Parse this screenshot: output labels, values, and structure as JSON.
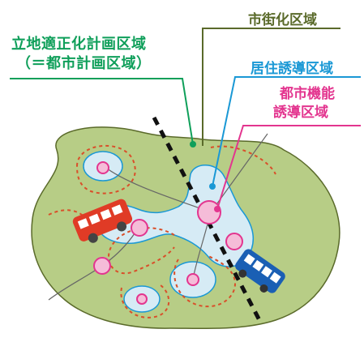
{
  "labels": {
    "rikkatekiseika": "立地適正化計画区域",
    "rikkatekiseika_sub": "（＝都市計画区域）",
    "shigaika": "市街化区域",
    "kyoju": "居住誘導区域",
    "toshikino_1": "都市機能",
    "toshikino_2": "誘導区域"
  },
  "colors": {
    "planning_area": "#b7cd86",
    "urbanization_line": "#5a6a2a",
    "residential_area": "#d6ebf5",
    "residential_line": "#1a98d5",
    "urban_function_dot": "#e3358f",
    "leader_green": "#0f9f5a",
    "boundary_dashed": "#d94f2a",
    "railway": "#111111",
    "bus_red": "#e03b26",
    "bus_blue": "#1a5fb4"
  },
  "icons": [
    "bus-red-icon",
    "bus-blue-icon",
    "railway-icon"
  ]
}
